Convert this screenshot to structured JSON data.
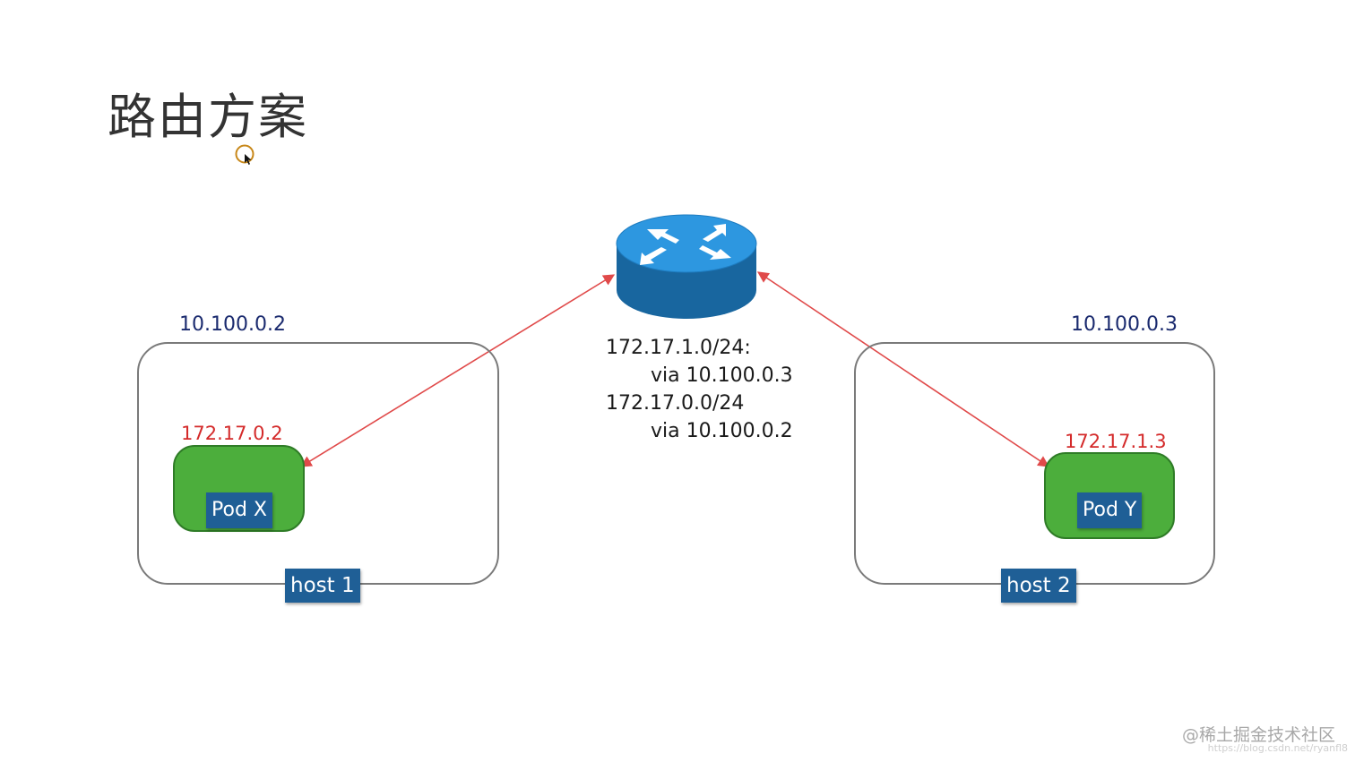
{
  "title": "路由方案",
  "router": {
    "icon": "router-icon"
  },
  "routes": {
    "line1": "172.17.1.0/24:",
    "line2": "via 10.100.0.3",
    "line3": "172.17.0.0/24",
    "line4": "via 10.100.0.2"
  },
  "host1": {
    "ip": "10.100.0.2",
    "label": "host 1",
    "pod": {
      "ip": "172.17.0.2",
      "label": "Pod X"
    }
  },
  "host2": {
    "ip": "10.100.0.3",
    "label": "host 2",
    "pod": {
      "ip": "172.17.1.3",
      "label": "Pod Y"
    }
  },
  "colors": {
    "pod_fill": "#4cae3c",
    "label_bg": "#1f5f96",
    "pod_ip": "#d42a2a",
    "host_ip": "#1a2a6e",
    "arrow": "#e04a4a",
    "router": "#1c8ad6"
  },
  "watermark": {
    "line1": "@稀土掘金技术社区",
    "line2": "https://blog.csdn.net/ryanfl8"
  }
}
